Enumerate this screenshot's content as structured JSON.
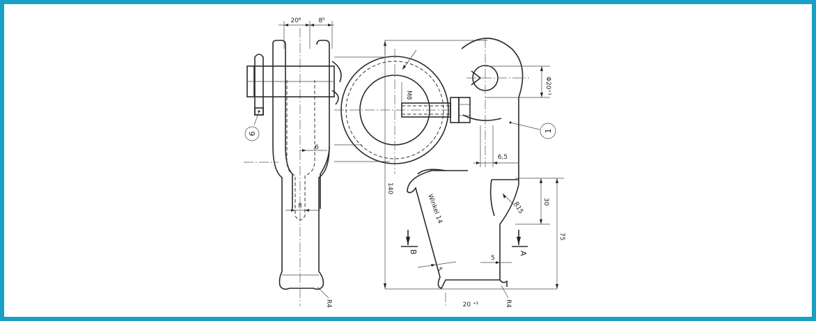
{
  "drawing": {
    "dims": {
      "width_20": "20⁶",
      "width_8": "8⁰",
      "d6": "6",
      "d8": "8",
      "m8": "M8",
      "phi20": "Φ20⁺¹",
      "d65": "6,5",
      "d140": "140",
      "d30": "30",
      "d75": "75",
      "r15": "R15",
      "r4_left": "R4",
      "r4_right": "R4",
      "d5": "5",
      "d20b": "20 ⁺¹",
      "slope": "Winkel 14"
    },
    "labels": {
      "item1": "1",
      "item6": "6",
      "sectionA": "A",
      "sectionB": "B"
    }
  }
}
